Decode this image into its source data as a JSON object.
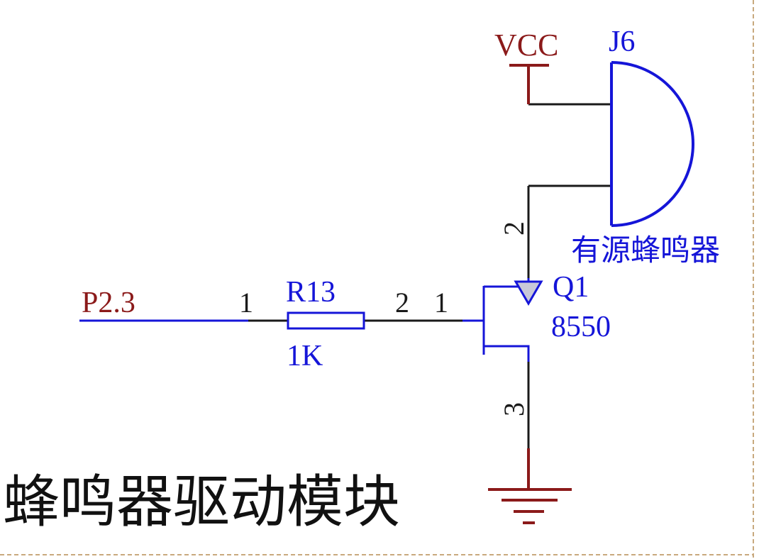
{
  "colors": {
    "wire": "#1a1a1a",
    "component": "#1515d8",
    "net_label": "#8b1a1a",
    "border": "#c8a97e"
  },
  "title": "蜂鸣器驱动模块",
  "net_labels": {
    "input": "P2.3",
    "power": "VCC"
  },
  "resistor": {
    "designator": "R13",
    "value": "1K",
    "pin1": "1",
    "pin2": "2"
  },
  "transistor": {
    "designator": "Q1",
    "value": "8550",
    "pin_base": "1",
    "pin_emitter": "2",
    "pin_collector": "3"
  },
  "buzzer": {
    "designator": "J6",
    "description": "有源蜂鸣器"
  },
  "icons": [
    "resistor-symbol",
    "pnp-transistor-symbol",
    "buzzer-symbol",
    "vcc-symbol",
    "ground-symbol"
  ]
}
